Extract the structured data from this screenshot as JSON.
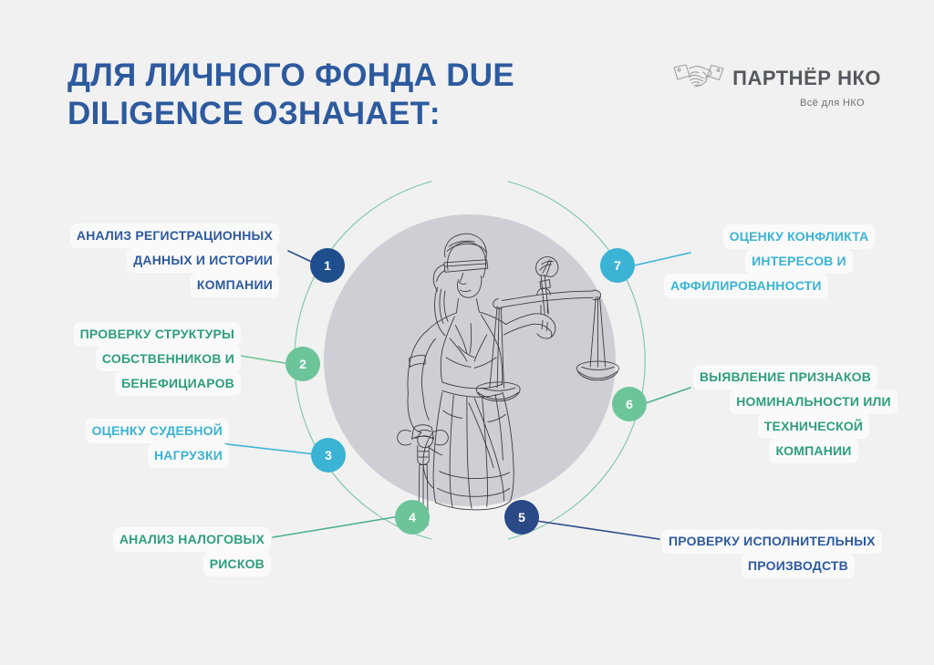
{
  "header": {
    "title_lines": [
      "ДЛЯ ЛИЧНОГО ФОНДА DUE",
      "DILIGENCE ОЗНАЧАЕТ:"
    ],
    "title_color": "#2d5a9e"
  },
  "logo": {
    "icon": "handshake-icon",
    "name": "ПАРТНЁР НКО",
    "tagline": "Всё для НКО",
    "color": "#55595e"
  },
  "center": {
    "illustration": "lady-justice-scales-sword",
    "circle_fill": "#cecfd4",
    "ring_color": "#7cc4a8"
  },
  "colors": {
    "navy": "#1f4e8c",
    "navy_dark": "#2a4a87",
    "green": "#6cc49a",
    "green_dark": "#2e9e7e",
    "cyan": "#3bb3d4",
    "background": "#f1f1f1",
    "label_bg": "#fafafa"
  },
  "items": [
    {
      "number": "1",
      "color": "#1f4e8c",
      "text_color": "#2d5a9e",
      "side": "left",
      "lines": [
        "АНАЛИЗ РЕГИСТРАЦИОННЫХ",
        "ДАННЫХ И ИСТОРИИ",
        "КОМПАНИИ"
      ]
    },
    {
      "number": "2",
      "color": "#6cc49a",
      "text_color": "#2e9e7e",
      "side": "left",
      "lines": [
        "ПРОВЕРКУ СТРУКТУРЫ",
        "СОБСТВЕННИКОВ И",
        "БЕНЕФИЦИАРОВ"
      ]
    },
    {
      "number": "3",
      "color": "#3bb3d4",
      "text_color": "#3bb3d4",
      "side": "left",
      "lines": [
        "ОЦЕНКУ СУДЕБНОЙ",
        "НАГРУЗКИ"
      ]
    },
    {
      "number": "4",
      "color": "#6cc49a",
      "text_color": "#2e9e7e",
      "side": "left",
      "lines": [
        "АНАЛИЗ НАЛОГОВЫХ",
        "РИСКОВ"
      ]
    },
    {
      "number": "5",
      "color": "#2a4a87",
      "text_color": "#2d5a9e",
      "side": "right",
      "lines": [
        "ПРОВЕРКУ ИСПОЛНИТЕЛЬНЫХ",
        "ПРОИЗВОДСТВ"
      ]
    },
    {
      "number": "6",
      "color": "#6cc49a",
      "text_color": "#2e9e7e",
      "side": "right",
      "lines": [
        "ВЫЯВЛЕНИЕ ПРИЗНАКОВ",
        "НОМИНАЛЬНОСТИ ИЛИ",
        "ТЕХНИЧЕСКОЙ",
        "КОМПАНИИ"
      ]
    },
    {
      "number": "7",
      "color": "#3bb3d4",
      "text_color": "#3bb3d4",
      "side": "right",
      "lines": [
        "ОЦЕНКУ КОНФЛИКТА",
        "ИНТЕРЕСОВ И",
        "АФФИЛИРОВАННОСТИ"
      ]
    }
  ]
}
